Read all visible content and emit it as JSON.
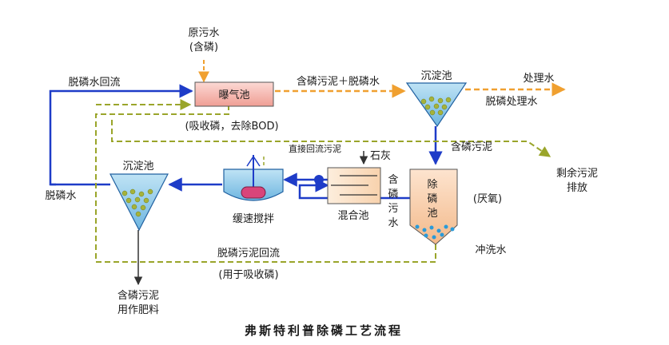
{
  "caption": "弗斯特利普除磷工艺流程",
  "labels": {
    "raw_water_1": "原污水",
    "raw_water_2": "(含磷)",
    "aeration_tank": "曝气池",
    "aeration_note": "(吸收磷，去除BOD)",
    "phos_sludge_plus_water": "含磷污泥＋脱磷水",
    "settling_tank_top": "沉淀池",
    "treated_water": "处理水",
    "dephos_treated_water": "脱磷处理水",
    "dephos_water_return": "脱磷水回流",
    "phos_sludge_right": "含磷污泥",
    "direct_return_sludge": "直接回流污泥",
    "lime": "石灰",
    "excess_sludge_1": "剩余污泥",
    "excess_sludge_2": "排放",
    "settling_tank_left": "沉淀池",
    "dephos_water": "脱磷水",
    "slow_mixing": "缓速搅拌",
    "mixing_tank": "混合池",
    "phos_water_v": [
      "含",
      "磷",
      "污",
      "水"
    ],
    "dephos_tank_v": [
      "除",
      "磷",
      "池"
    ],
    "anaerobic": "(厌氧)",
    "wash_water": "冲洗水",
    "dephos_sludge_return": "脱磷污泥回流",
    "for_phos_absorption": "(用于吸收磷)",
    "sludge_fertilizer_1": "含磷污泥",
    "sludge_fertilizer_2": "用作肥料"
  },
  "colors": {
    "main_line": "#1e3cc8",
    "sludge_dashed": "#9aa52a",
    "orange_dashed": "#f0a030",
    "tank_fill": "#9fd0ec",
    "aeration_fill": "#f5b8b0",
    "dephos_fill": "#f6c9a4",
    "mix_fill": "#fbe3c9"
  }
}
